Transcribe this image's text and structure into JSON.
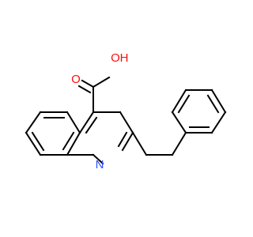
{
  "molecule": {
    "atoms": {
      "hydroxyl_oxygen": "O",
      "hydroxyl_hydrogen": "H",
      "carbonyl_oxygen": "O",
      "ring_nitrogen": "N"
    },
    "colors": {
      "oxygen": "#ff0d0d",
      "nitrogen": "#3050f8",
      "bond": "#000000",
      "background": "#ffffff"
    }
  }
}
